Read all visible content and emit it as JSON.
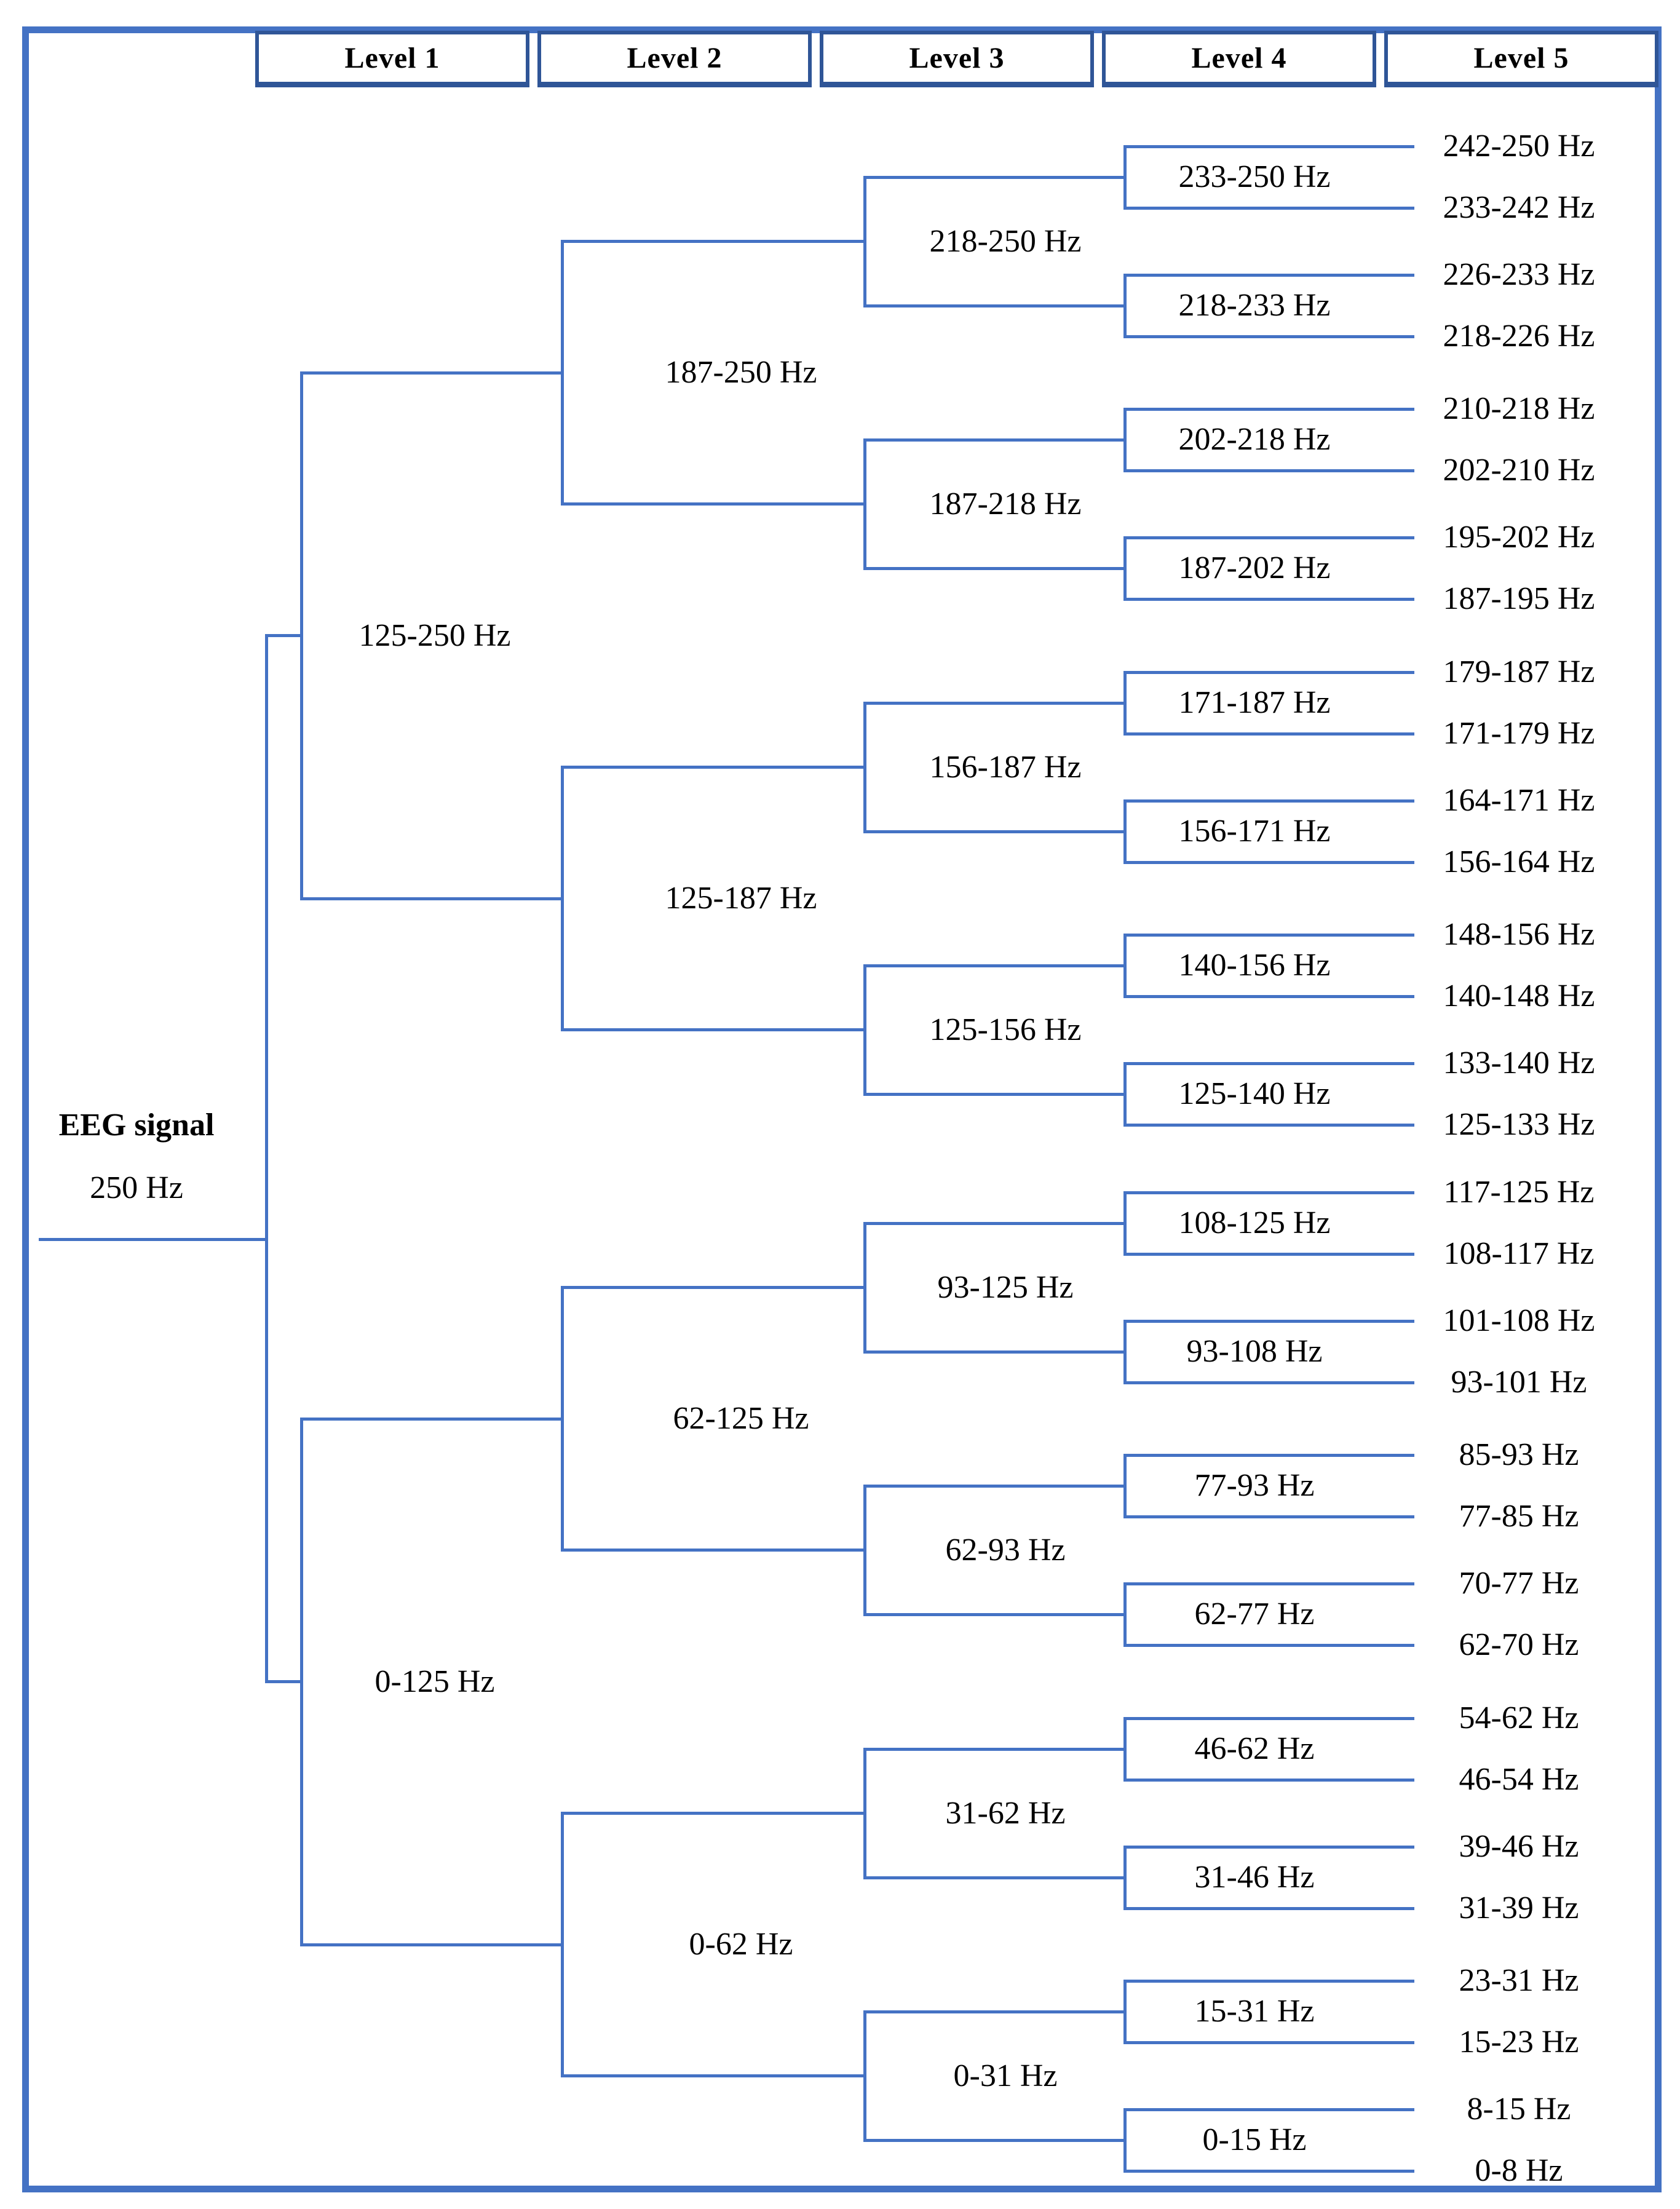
{
  "header": {
    "levels": [
      "Level 1",
      "Level 2",
      "Level 3",
      "Level 4",
      "Level 5"
    ]
  },
  "root_label": {
    "line1": "EEG signal",
    "line2": "250 Hz"
  },
  "colors": {
    "line": "#4472C4",
    "page_border": "#4472C4",
    "box_border": "#2F5597",
    "text": "#000000"
  },
  "tree": {
    "children": [
      {
        "label": "125-250 Hz",
        "children": [
          {
            "label": "187-250 Hz",
            "children": [
              {
                "label": "218-250 Hz",
                "children": [
                  {
                    "label": "233-250 Hz",
                    "children": [
                      {
                        "label": "242-250 Hz"
                      },
                      {
                        "label": "233-242 Hz"
                      }
                    ]
                  },
                  {
                    "label": "218-233 Hz",
                    "children": [
                      {
                        "label": "226-233 Hz"
                      },
                      {
                        "label": "218-226 Hz"
                      }
                    ]
                  }
                ]
              },
              {
                "label": "187-218 Hz",
                "children": [
                  {
                    "label": "202-218 Hz",
                    "children": [
                      {
                        "label": "210-218 Hz"
                      },
                      {
                        "label": "202-210 Hz"
                      }
                    ]
                  },
                  {
                    "label": "187-202 Hz",
                    "children": [
                      {
                        "label": "195-202 Hz"
                      },
                      {
                        "label": "187-195 Hz"
                      }
                    ]
                  }
                ]
              }
            ]
          },
          {
            "label": "125-187 Hz",
            "children": [
              {
                "label": "156-187 Hz",
                "children": [
                  {
                    "label": "171-187 Hz",
                    "children": [
                      {
                        "label": "179-187 Hz"
                      },
                      {
                        "label": "171-179 Hz"
                      }
                    ]
                  },
                  {
                    "label": "156-171 Hz",
                    "children": [
                      {
                        "label": "164-171 Hz"
                      },
                      {
                        "label": "156-164 Hz"
                      }
                    ]
                  }
                ]
              },
              {
                "label": "125-156 Hz",
                "children": [
                  {
                    "label": "140-156 Hz",
                    "children": [
                      {
                        "label": "148-156 Hz"
                      },
                      {
                        "label": "140-148 Hz"
                      }
                    ]
                  },
                  {
                    "label": "125-140 Hz",
                    "children": [
                      {
                        "label": "133-140 Hz"
                      },
                      {
                        "label": "125-133 Hz"
                      }
                    ]
                  }
                ]
              }
            ]
          }
        ]
      },
      {
        "label": "0-125 Hz",
        "children": [
          {
            "label": "62-125 Hz",
            "children": [
              {
                "label": "93-125 Hz",
                "children": [
                  {
                    "label": "108-125 Hz",
                    "children": [
                      {
                        "label": "117-125 Hz"
                      },
                      {
                        "label": "108-117 Hz"
                      }
                    ]
                  },
                  {
                    "label": "93-108 Hz",
                    "children": [
                      {
                        "label": "101-108 Hz"
                      },
                      {
                        "label": "93-101 Hz"
                      }
                    ]
                  }
                ]
              },
              {
                "label": "62-93 Hz",
                "children": [
                  {
                    "label": "77-93 Hz",
                    "children": [
                      {
                        "label": "85-93 Hz"
                      },
                      {
                        "label": "77-85 Hz"
                      }
                    ]
                  },
                  {
                    "label": "62-77 Hz",
                    "children": [
                      {
                        "label": "70-77 Hz"
                      },
                      {
                        "label": "62-70 Hz"
                      }
                    ]
                  }
                ]
              }
            ]
          },
          {
            "label": "0-62 Hz",
            "children": [
              {
                "label": "31-62 Hz",
                "children": [
                  {
                    "label": "46-62 Hz",
                    "children": [
                      {
                        "label": "54-62 Hz"
                      },
                      {
                        "label": "46-54 Hz"
                      }
                    ]
                  },
                  {
                    "label": "31-46 Hz",
                    "children": [
                      {
                        "label": "39-46 Hz"
                      },
                      {
                        "label": "31-39 Hz"
                      }
                    ]
                  }
                ]
              },
              {
                "label": "0-31 Hz",
                "children": [
                  {
                    "label": "15-31 Hz",
                    "children": [
                      {
                        "label": "23-31 Hz"
                      },
                      {
                        "label": "15-23 Hz"
                      }
                    ]
                  },
                  {
                    "label": "0-15 Hz",
                    "children": [
                      {
                        "label": "8-15 Hz"
                      },
                      {
                        "label": "0-8 Hz"
                      }
                    ]
                  }
                ]
              }
            ]
          }
        ]
      }
    ]
  }
}
